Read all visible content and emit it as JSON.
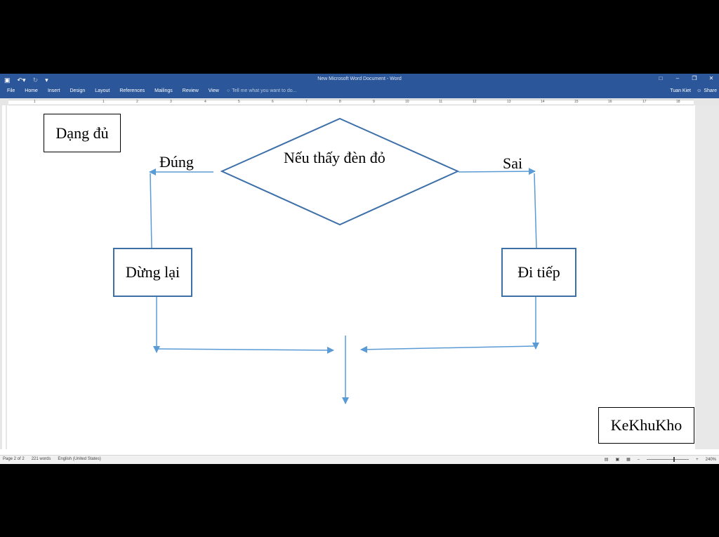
{
  "window": {
    "title": "New Microsoft Word Document - Word",
    "undo_icon": "undo-icon",
    "redo_icon": "redo-icon",
    "save_icon": "save-icon"
  },
  "ribbon": {
    "tabs": [
      "File",
      "Home",
      "Insert",
      "Design",
      "Layout",
      "References",
      "Mailings",
      "Review",
      "View"
    ],
    "tell_me": "Tell me what you want to do...",
    "user": "Tuan Kiet",
    "share": "Share"
  },
  "ruler": {
    "numbers": [
      "1",
      "1",
      "2",
      "3",
      "4",
      "5",
      "6",
      "7",
      "8",
      "9",
      "10",
      "11",
      "12",
      "13",
      "14",
      "15",
      "16",
      "17",
      "18"
    ]
  },
  "diagram": {
    "type_label": "Dạng đủ",
    "condition": "Nếu thấy đèn đỏ",
    "true_label": "Đúng",
    "false_label": "Sai",
    "true_action": "Dừng lại",
    "false_action": "Đi tiếp",
    "watermark": "KeKhuKho",
    "line_color": "#5b9bd5",
    "shape_border_color": "#3d6fa8"
  },
  "status": {
    "page": "Page 2 of 2",
    "words": "221 words",
    "language": "English (United States)",
    "zoom": "240%"
  }
}
